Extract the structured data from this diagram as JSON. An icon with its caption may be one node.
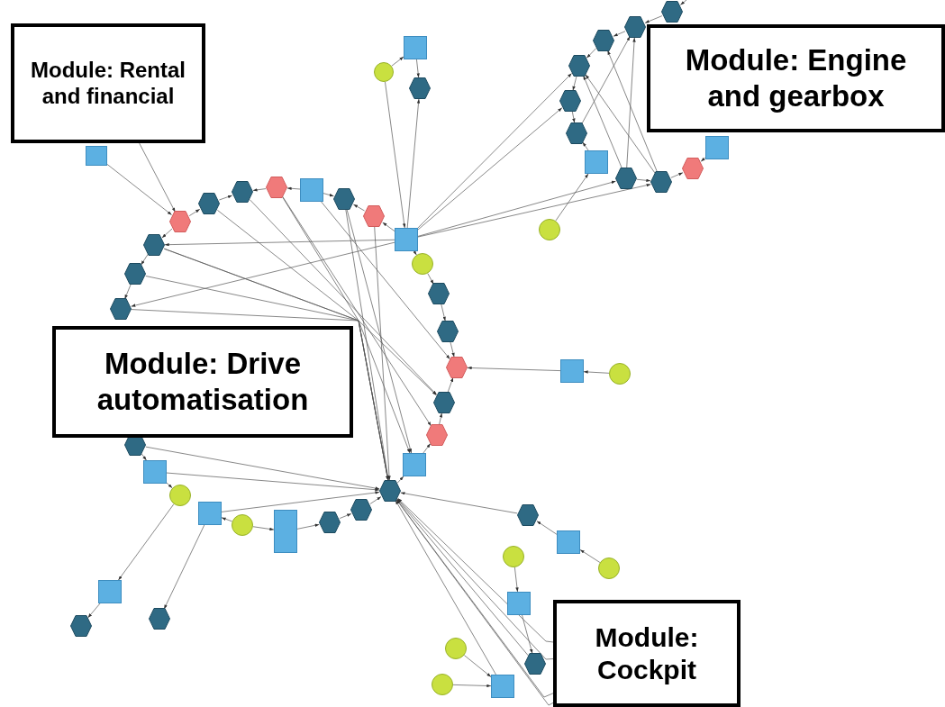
{
  "diagram": {
    "nodes": [
      {
        "text": [
          "Module: Rental and financial"
        ]
      },
      {
        "text": [
          "Module: Engine and gearbox"
        ]
      },
      {
        "text": [
          "Module: Drive automatisation"
        ]
      },
      {
        "text": [
          "Module: Cockpit"
        ]
      },
      {
        "text": [],
        "shape": "box"
      },
      {
        "text": [],
        "shape": "circle"
      },
      {
        "text": [],
        "shape": "box"
      },
      {
        "text": [],
        "shape": "hexagon"
      },
      {
        "text": [],
        "shape": "hexagon"
      },
      {
        "text": [],
        "shape": "hexagon"
      },
      {
        "text": [],
        "shape": "hexagon"
      },
      {
        "text": [],
        "shape": "hexagon"
      },
      {
        "text": [],
        "shape": "box"
      },
      {
        "text": [],
        "shape": "hexagon"
      },
      {
        "text": [],
        "shape": "hexagon"
      },
      {
        "text": [],
        "shape": "box"
      },
      {
        "text": [],
        "shape": "circle"
      },
      {
        "text": [],
        "shape": "hexagon"
      },
      {
        "text": [],
        "shape": "hexagon"
      },
      {
        "text": [],
        "shape": "hexagon"
      },
      {
        "text": [],
        "shape": "hexagon"
      },
      {
        "text": [],
        "shape": "hexagon"
      },
      {
        "text": [],
        "shape": "box"
      },
      {
        "text": [],
        "shape": "hexagon"
      },
      {
        "text": [],
        "shape": "hexagon"
      },
      {
        "text": [],
        "shape": "hexagon"
      },
      {
        "text": [],
        "shape": "box"
      },
      {
        "text": [],
        "shape": "circle"
      },
      {
        "text": [],
        "shape": "box"
      },
      {
        "text": [],
        "shape": "circle"
      },
      {
        "text": [],
        "shape": "box"
      },
      {
        "text": [],
        "shape": "hexagon"
      },
      {
        "text": [],
        "shape": "hexagon"
      },
      {
        "text": [],
        "shape": "hexagon"
      },
      {
        "text": [],
        "shape": "hexagon"
      },
      {
        "text": [],
        "shape": "box"
      },
      {
        "text": [],
        "shape": "hexagon"
      },
      {
        "text": [],
        "shape": "hexagon"
      },
      {
        "text": [],
        "shape": "box"
      },
      {
        "text": [],
        "shape": "circle"
      },
      {
        "text": [],
        "shape": "hexagon"
      },
      {
        "text": [],
        "shape": "box"
      },
      {
        "text": [],
        "shape": "circle"
      },
      {
        "text": [],
        "shape": "circle"
      },
      {
        "text": [],
        "shape": "box"
      },
      {
        "text": [],
        "shape": "hexagon"
      },
      {
        "text": [],
        "shape": "circle"
      },
      {
        "text": [],
        "shape": "circle"
      },
      {
        "text": [],
        "shape": "box"
      },
      {
        "text": [],
        "shape": "hexagon"
      },
      {
        "text": [],
        "shape": "hexagon"
      },
      {
        "text": [],
        "shape": "hexagon"
      },
      {
        "text": [],
        "shape": "hexagon"
      },
      {
        "text": [],
        "shape": "hexagon"
      },
      {
        "text": [],
        "shape": "hexagon"
      },
      {
        "text": [],
        "shape": "box"
      },
      {
        "text": [],
        "shape": "hexagon"
      },
      {
        "text": [],
        "shape": "hexagon"
      },
      {
        "text": [],
        "shape": "hexagon"
      },
      {
        "text": [],
        "shape": "box"
      },
      {
        "text": [],
        "shape": "circle"
      }
    ],
    "edges": [
      {
        "from": 5,
        "to": 6,
        "arrow": "to"
      },
      {
        "from": 6,
        "to": 7,
        "arrow": "to"
      },
      {
        "from": 5,
        "to": 15,
        "arrow": "to"
      },
      {
        "from": 15,
        "to": 7,
        "arrow": "to"
      },
      {
        "from": 4,
        "to": 8,
        "arrow": "to"
      },
      {
        "from": 0,
        "to": 8,
        "arrow": "to"
      },
      {
        "from": 8,
        "to": 9,
        "arrow": "to"
      },
      {
        "from": 9,
        "to": 10,
        "arrow": "to"
      },
      {
        "from": 11,
        "to": 10,
        "arrow": "to"
      },
      {
        "from": 12,
        "to": 11,
        "arrow": "to"
      },
      {
        "from": 12,
        "to": 13,
        "arrow": "to"
      },
      {
        "from": 14,
        "to": 13,
        "arrow": "to"
      },
      {
        "from": 15,
        "to": 14,
        "arrow": "to"
      },
      {
        "from": 15,
        "to": 16,
        "arrow": "to"
      },
      {
        "from": 16,
        "to": 17,
        "arrow": "to"
      },
      {
        "from": 17,
        "to": 18,
        "arrow": "to"
      },
      {
        "from": 18,
        "to": 19,
        "arrow": "to"
      },
      {
        "from": 20,
        "to": 19,
        "arrow": "to"
      },
      {
        "from": 21,
        "to": 20,
        "arrow": "to"
      },
      {
        "from": 22,
        "to": 21,
        "arrow": "to"
      },
      {
        "from": 23,
        "to": 22,
        "arrow": "to"
      },
      {
        "from": 26,
        "to": 25,
        "arrow": "to"
      },
      {
        "from": 25,
        "to": 24,
        "arrow": "to"
      },
      {
        "from": 24,
        "to": 23,
        "arrow": "to"
      },
      {
        "from": 27,
        "to": 26,
        "arrow": "to"
      },
      {
        "from": 27,
        "to": 28,
        "arrow": "to"
      },
      {
        "from": 30,
        "to": 29,
        "arrow": "to"
      },
      {
        "from": 31,
        "to": 30,
        "arrow": "to"
      },
      {
        "from": 29,
        "to": 35,
        "arrow": "to"
      },
      {
        "from": 28,
        "to": 37,
        "arrow": "to"
      },
      {
        "from": 35,
        "to": 36,
        "arrow": "to"
      },
      {
        "from": 8,
        "to": 32,
        "arrow": "to"
      },
      {
        "from": 32,
        "to": 33,
        "arrow": "to"
      },
      {
        "from": 33,
        "to": 34,
        "arrow": "to"
      },
      {
        "from": 15,
        "to": 32,
        "arrow": "to"
      },
      {
        "from": 15,
        "to": 34,
        "arrow": "to"
      },
      {
        "from": 32,
        "to": 20,
        "arrow": "to"
      },
      {
        "from": 32,
        "to": 22,
        "arrow": "to"
      },
      {
        "from": 33,
        "to": 23,
        "arrow": "to"
      },
      {
        "from": 34,
        "to": 23,
        "arrow": "to"
      },
      {
        "from": 9,
        "to": 23,
        "arrow": "to"
      },
      {
        "from": 10,
        "to": 20,
        "arrow": "to"
      },
      {
        "from": 11,
        "to": 23,
        "arrow": "to"
      },
      {
        "from": 11,
        "to": 21,
        "arrow": "to"
      },
      {
        "from": 13,
        "to": 22,
        "arrow": "to"
      },
      {
        "from": 13,
        "to": 23,
        "arrow": "to"
      },
      {
        "from": 12,
        "to": 19,
        "arrow": "to"
      },
      {
        "from": 14,
        "to": 23,
        "arrow": "to"
      },
      {
        "from": 31,
        "to": 23,
        "arrow": "to"
      },
      {
        "from": 30,
        "to": 23,
        "arrow": "to"
      },
      {
        "from": 28,
        "to": 23,
        "arrow": "to"
      },
      {
        "from": 39,
        "to": 38,
        "arrow": "to"
      },
      {
        "from": 38,
        "to": 19,
        "arrow": "to"
      },
      {
        "from": 40,
        "to": 23,
        "arrow": "to"
      },
      {
        "from": 41,
        "to": 40,
        "arrow": "to"
      },
      {
        "from": 42,
        "to": 41,
        "arrow": "to"
      },
      {
        "from": 43,
        "to": 44,
        "arrow": "to"
      },
      {
        "from": 44,
        "to": 45,
        "arrow": "to"
      },
      {
        "from": 46,
        "to": 48,
        "arrow": "to"
      },
      {
        "from": 47,
        "to": 48,
        "arrow": "to"
      },
      {
        "from": 48,
        "to": 23,
        "arrow": "to"
      },
      {
        "from": 45,
        "to": 23,
        "arrow": "to"
      },
      {
        "from": 3,
        "to": 23,
        "arrow": "to"
      },
      {
        "from": 3,
        "to": 23,
        "arrow": "to"
      },
      {
        "from": 3,
        "to": 23,
        "arrow": "to"
      },
      {
        "from": 3,
        "to": 23,
        "arrow": "to"
      },
      {
        "from": 15,
        "to": 52,
        "arrow": "to"
      },
      {
        "from": 15,
        "to": 53,
        "arrow": "to"
      },
      {
        "from": 15,
        "to": 56,
        "arrow": "to"
      },
      {
        "from": 15,
        "to": 57,
        "arrow": "to"
      },
      {
        "from": 49,
        "to": 51,
        "arrow": "to"
      },
      {
        "from": 51,
        "to": 52,
        "arrow": "to"
      },
      {
        "from": 52,
        "to": 53,
        "arrow": "to"
      },
      {
        "from": 53,
        "to": 54,
        "arrow": "to"
      },
      {
        "from": 55,
        "to": 54,
        "arrow": "to"
      },
      {
        "from": 60,
        "to": 55,
        "arrow": "to"
      },
      {
        "from": 56,
        "to": 57,
        "arrow": "to"
      },
      {
        "from": 57,
        "to": 58,
        "arrow": "to"
      },
      {
        "from": 59,
        "to": 58,
        "arrow": "to"
      },
      {
        "from": 57,
        "to": 52,
        "arrow": "to"
      },
      {
        "from": 57,
        "to": 51,
        "arrow": "to"
      },
      {
        "from": 56,
        "to": 49,
        "arrow": "to"
      },
      {
        "from": 54,
        "to": 49,
        "arrow": "to"
      },
      {
        "from": 56,
        "to": 52,
        "arrow": "to"
      },
      {
        "from": 50,
        "to": 49,
        "arrow": "to"
      },
      {
        "from": null,
        "to": 50,
        "arrow": "to"
      }
    ]
  }
}
